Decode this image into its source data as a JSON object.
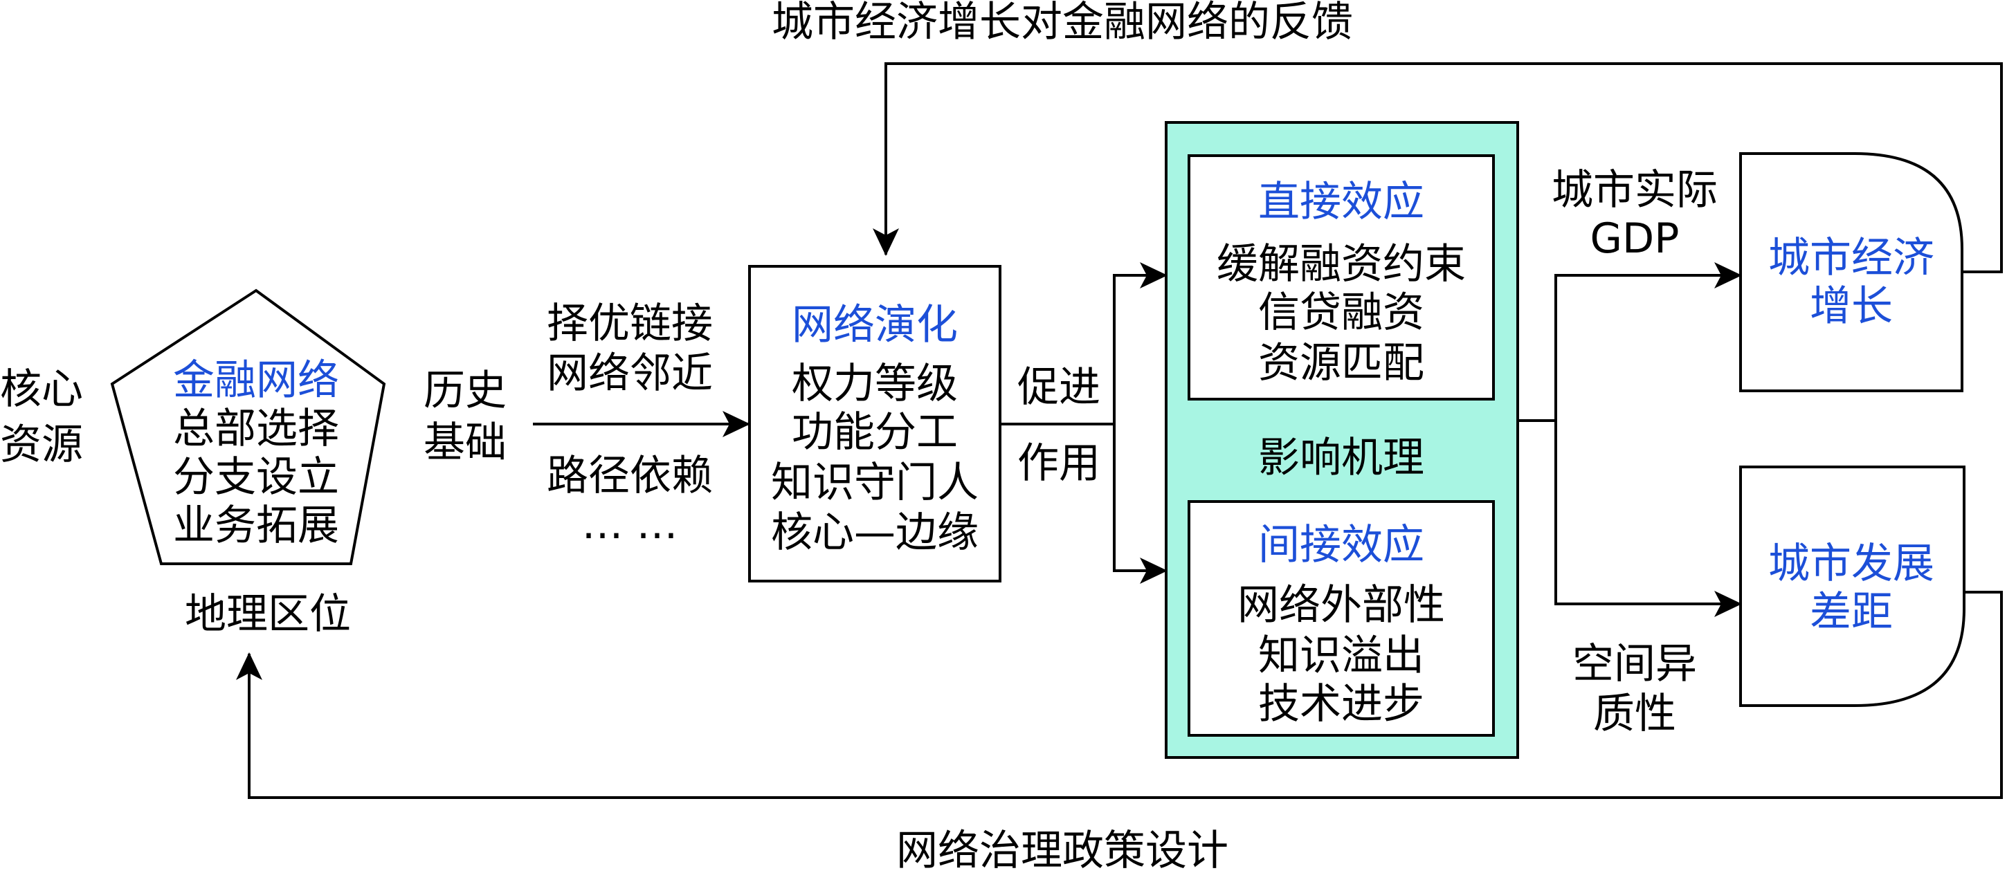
{
  "colors": {
    "highlight": "#1c4fd8",
    "mechanism_fill": "#a8f5e3",
    "line": "#000000"
  },
  "left_label": [
    "核心",
    "资源"
  ],
  "pentagon": {
    "title": "金融网络",
    "items": [
      "总部选择",
      "分支设立",
      "业务拓展"
    ]
  },
  "location_label": "地理区位",
  "history_label": [
    "历史",
    "基础"
  ],
  "upper_factors": [
    "择优链接",
    "网络邻近"
  ],
  "lower_factors": [
    "路径依赖",
    "… …"
  ],
  "evolution": {
    "title": "网络演化",
    "items": [
      "权力等级",
      "功能分工",
      "知识守门人",
      "核心—边缘"
    ]
  },
  "promote_label": [
    "促进",
    "作用"
  ],
  "mechanism": {
    "label": "影响机理",
    "direct": {
      "title": "直接效应",
      "items": [
        "缓解融资约束",
        "信贷融资",
        "资源匹配"
      ]
    },
    "indirect": {
      "title": "间接效应",
      "items": [
        "网络外部性",
        "知识溢出",
        "技术进步"
      ]
    }
  },
  "gdp_label": [
    "城市实际",
    "GDP"
  ],
  "heterogeneity_label": [
    "空间异",
    "质性"
  ],
  "growth": [
    "城市经济",
    "增长"
  ],
  "gap": [
    "城市发展",
    "差距"
  ],
  "top_feedback": "城市经济增长对金融网络的反馈",
  "bottom_feedback": "网络治理政策设计"
}
